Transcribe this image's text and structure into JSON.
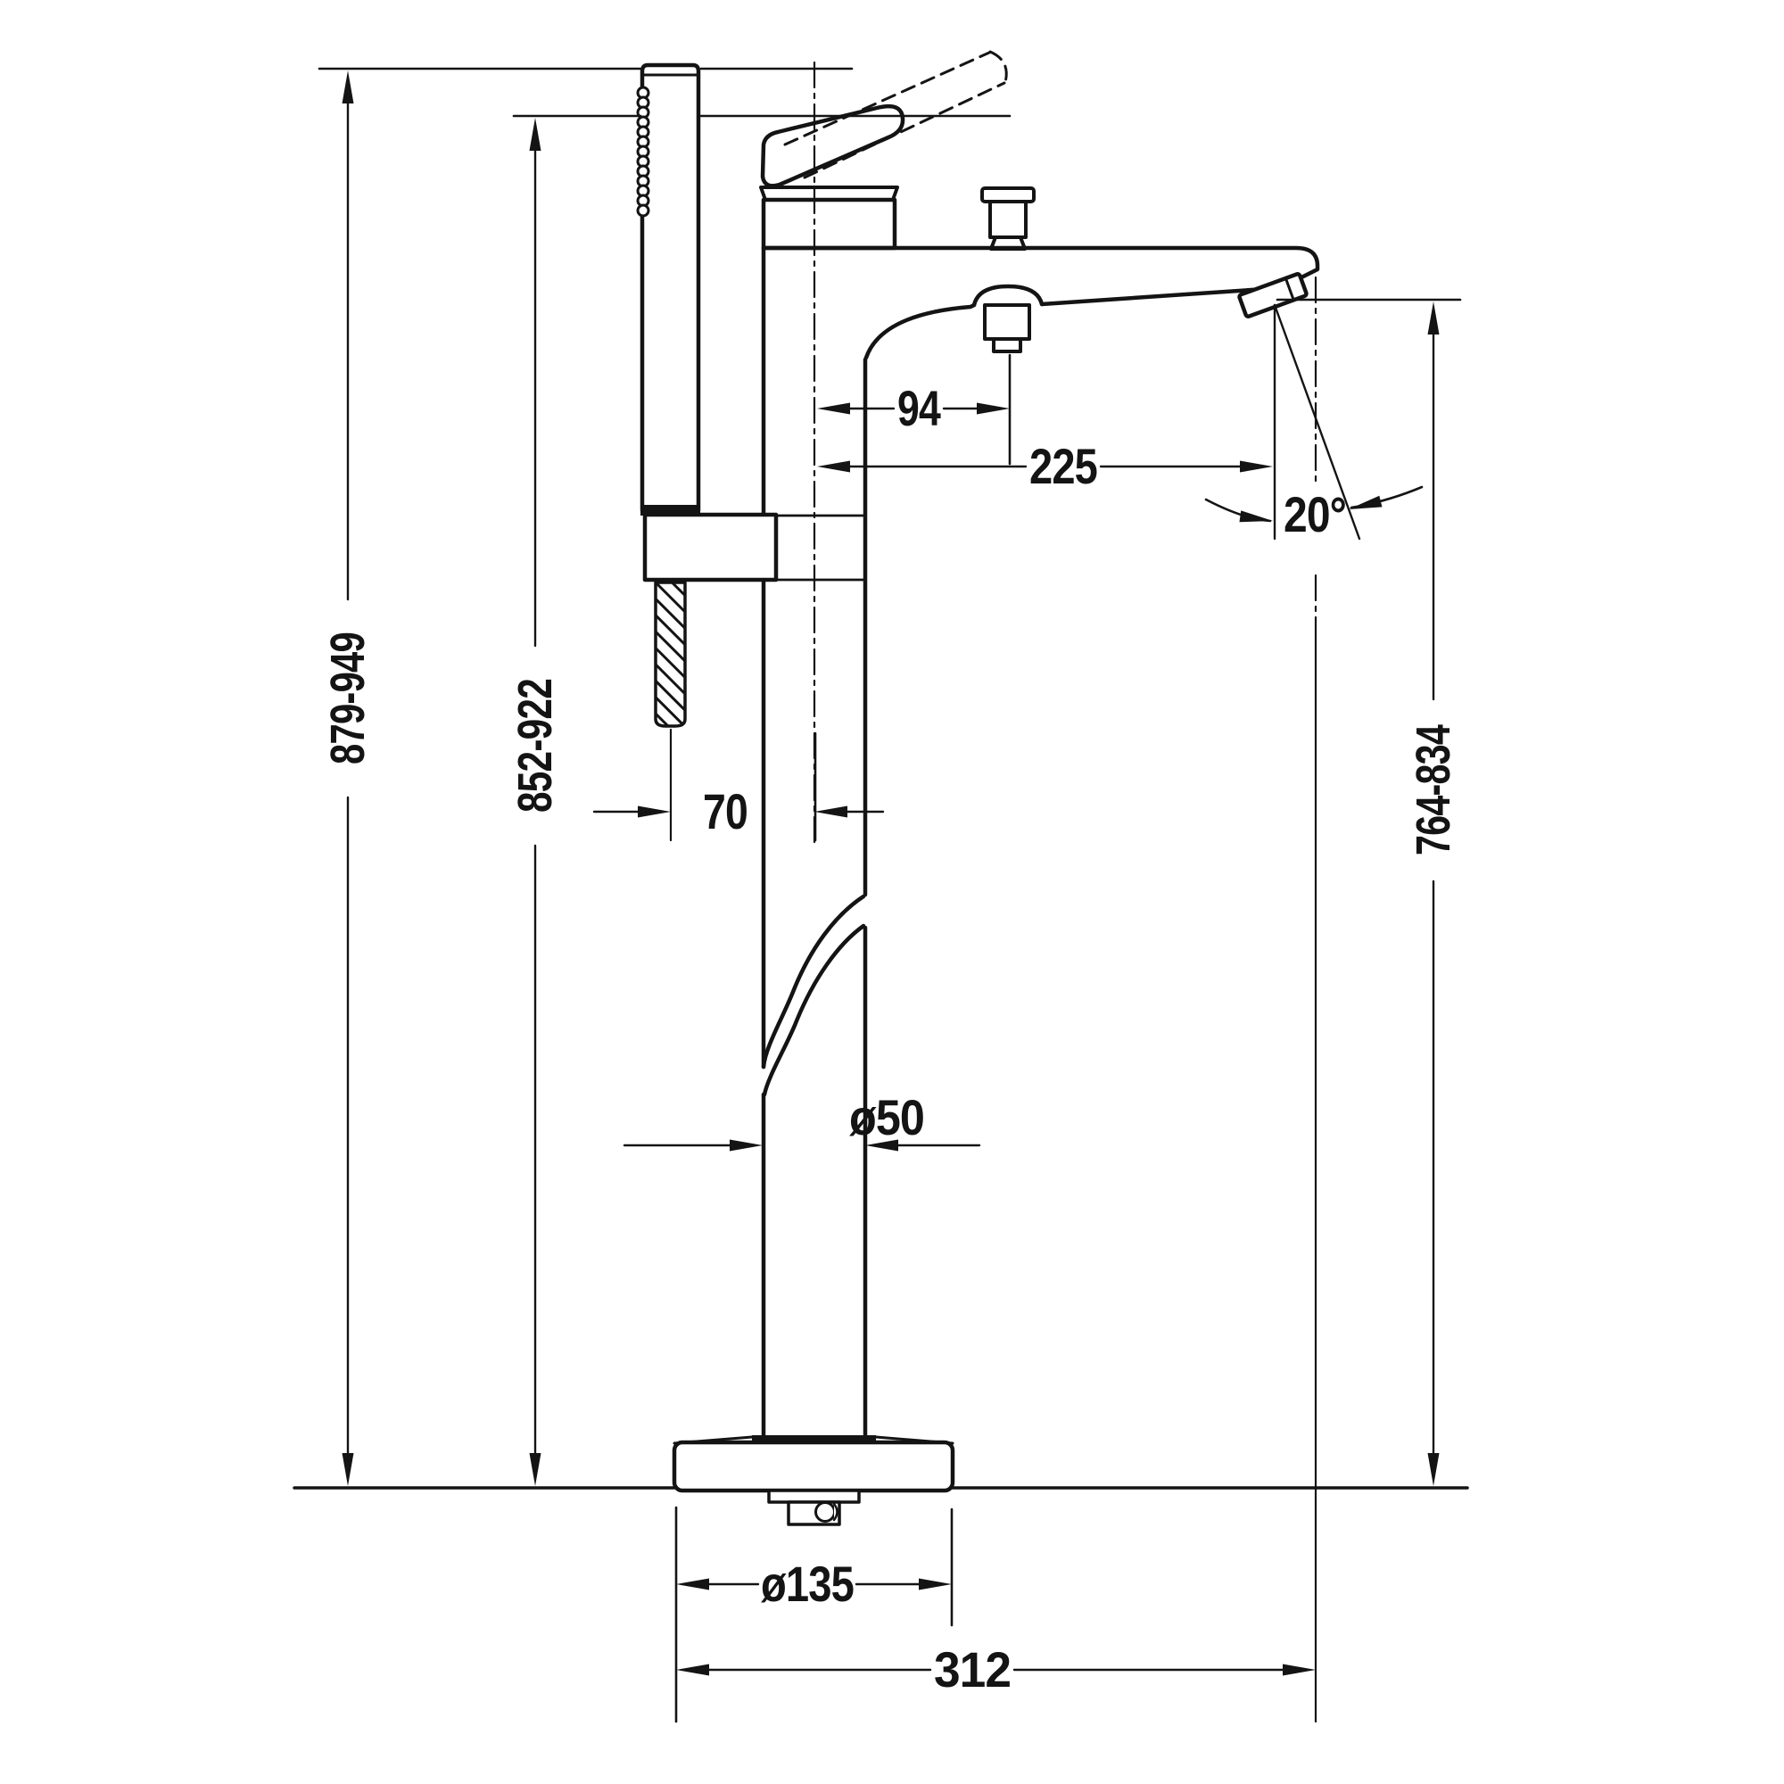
{
  "drawing": {
    "subject": "freestanding-bath-mixer-technical-drawing",
    "background_color": "#ffffff",
    "line_color": "#141414",
    "dimensions": {
      "overall_height": "879-949",
      "height_to_lever": "852-922",
      "height_to_spout": "764-834",
      "diverter_offset": "94",
      "spout_reach": "225",
      "spout_angle": "20°",
      "handshower_offset": "70",
      "riser_diameter": "ø50",
      "base_diameter": "ø135",
      "base_to_spout": "312"
    }
  }
}
